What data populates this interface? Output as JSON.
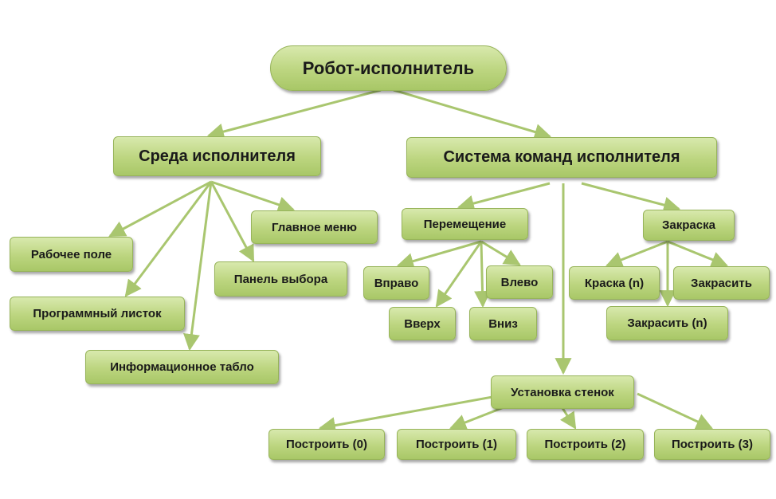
{
  "colors": {
    "node_fill": "#bcd57f",
    "node_border": "#97b45a",
    "connector": "#a9c66f"
  },
  "root": {
    "label": "Робот-исполнитель"
  },
  "environment": {
    "label": "Среда исполнителя",
    "items": {
      "work_field": "Рабочее поле",
      "main_menu": "Главное меню",
      "program_sheet": "Программный листок",
      "selection_panel": "Панель выбора",
      "info_board": "Информационное табло"
    }
  },
  "command_system": {
    "label": "Система команд исполнителя",
    "movement": {
      "label": "Перемещение",
      "right": "Вправо",
      "left": "Влево",
      "up": "Вверх",
      "down": "Вниз"
    },
    "painting": {
      "label": "Закраска",
      "paint_n": "Краска (n)",
      "paint": "Закрасить",
      "paint_n2": "Закрасить (n)"
    },
    "walls": {
      "label": "Установка стенок",
      "build0": "Построить (0)",
      "build1": "Построить (1)",
      "build2": "Построить (2)",
      "build3": "Построить (3)"
    }
  }
}
